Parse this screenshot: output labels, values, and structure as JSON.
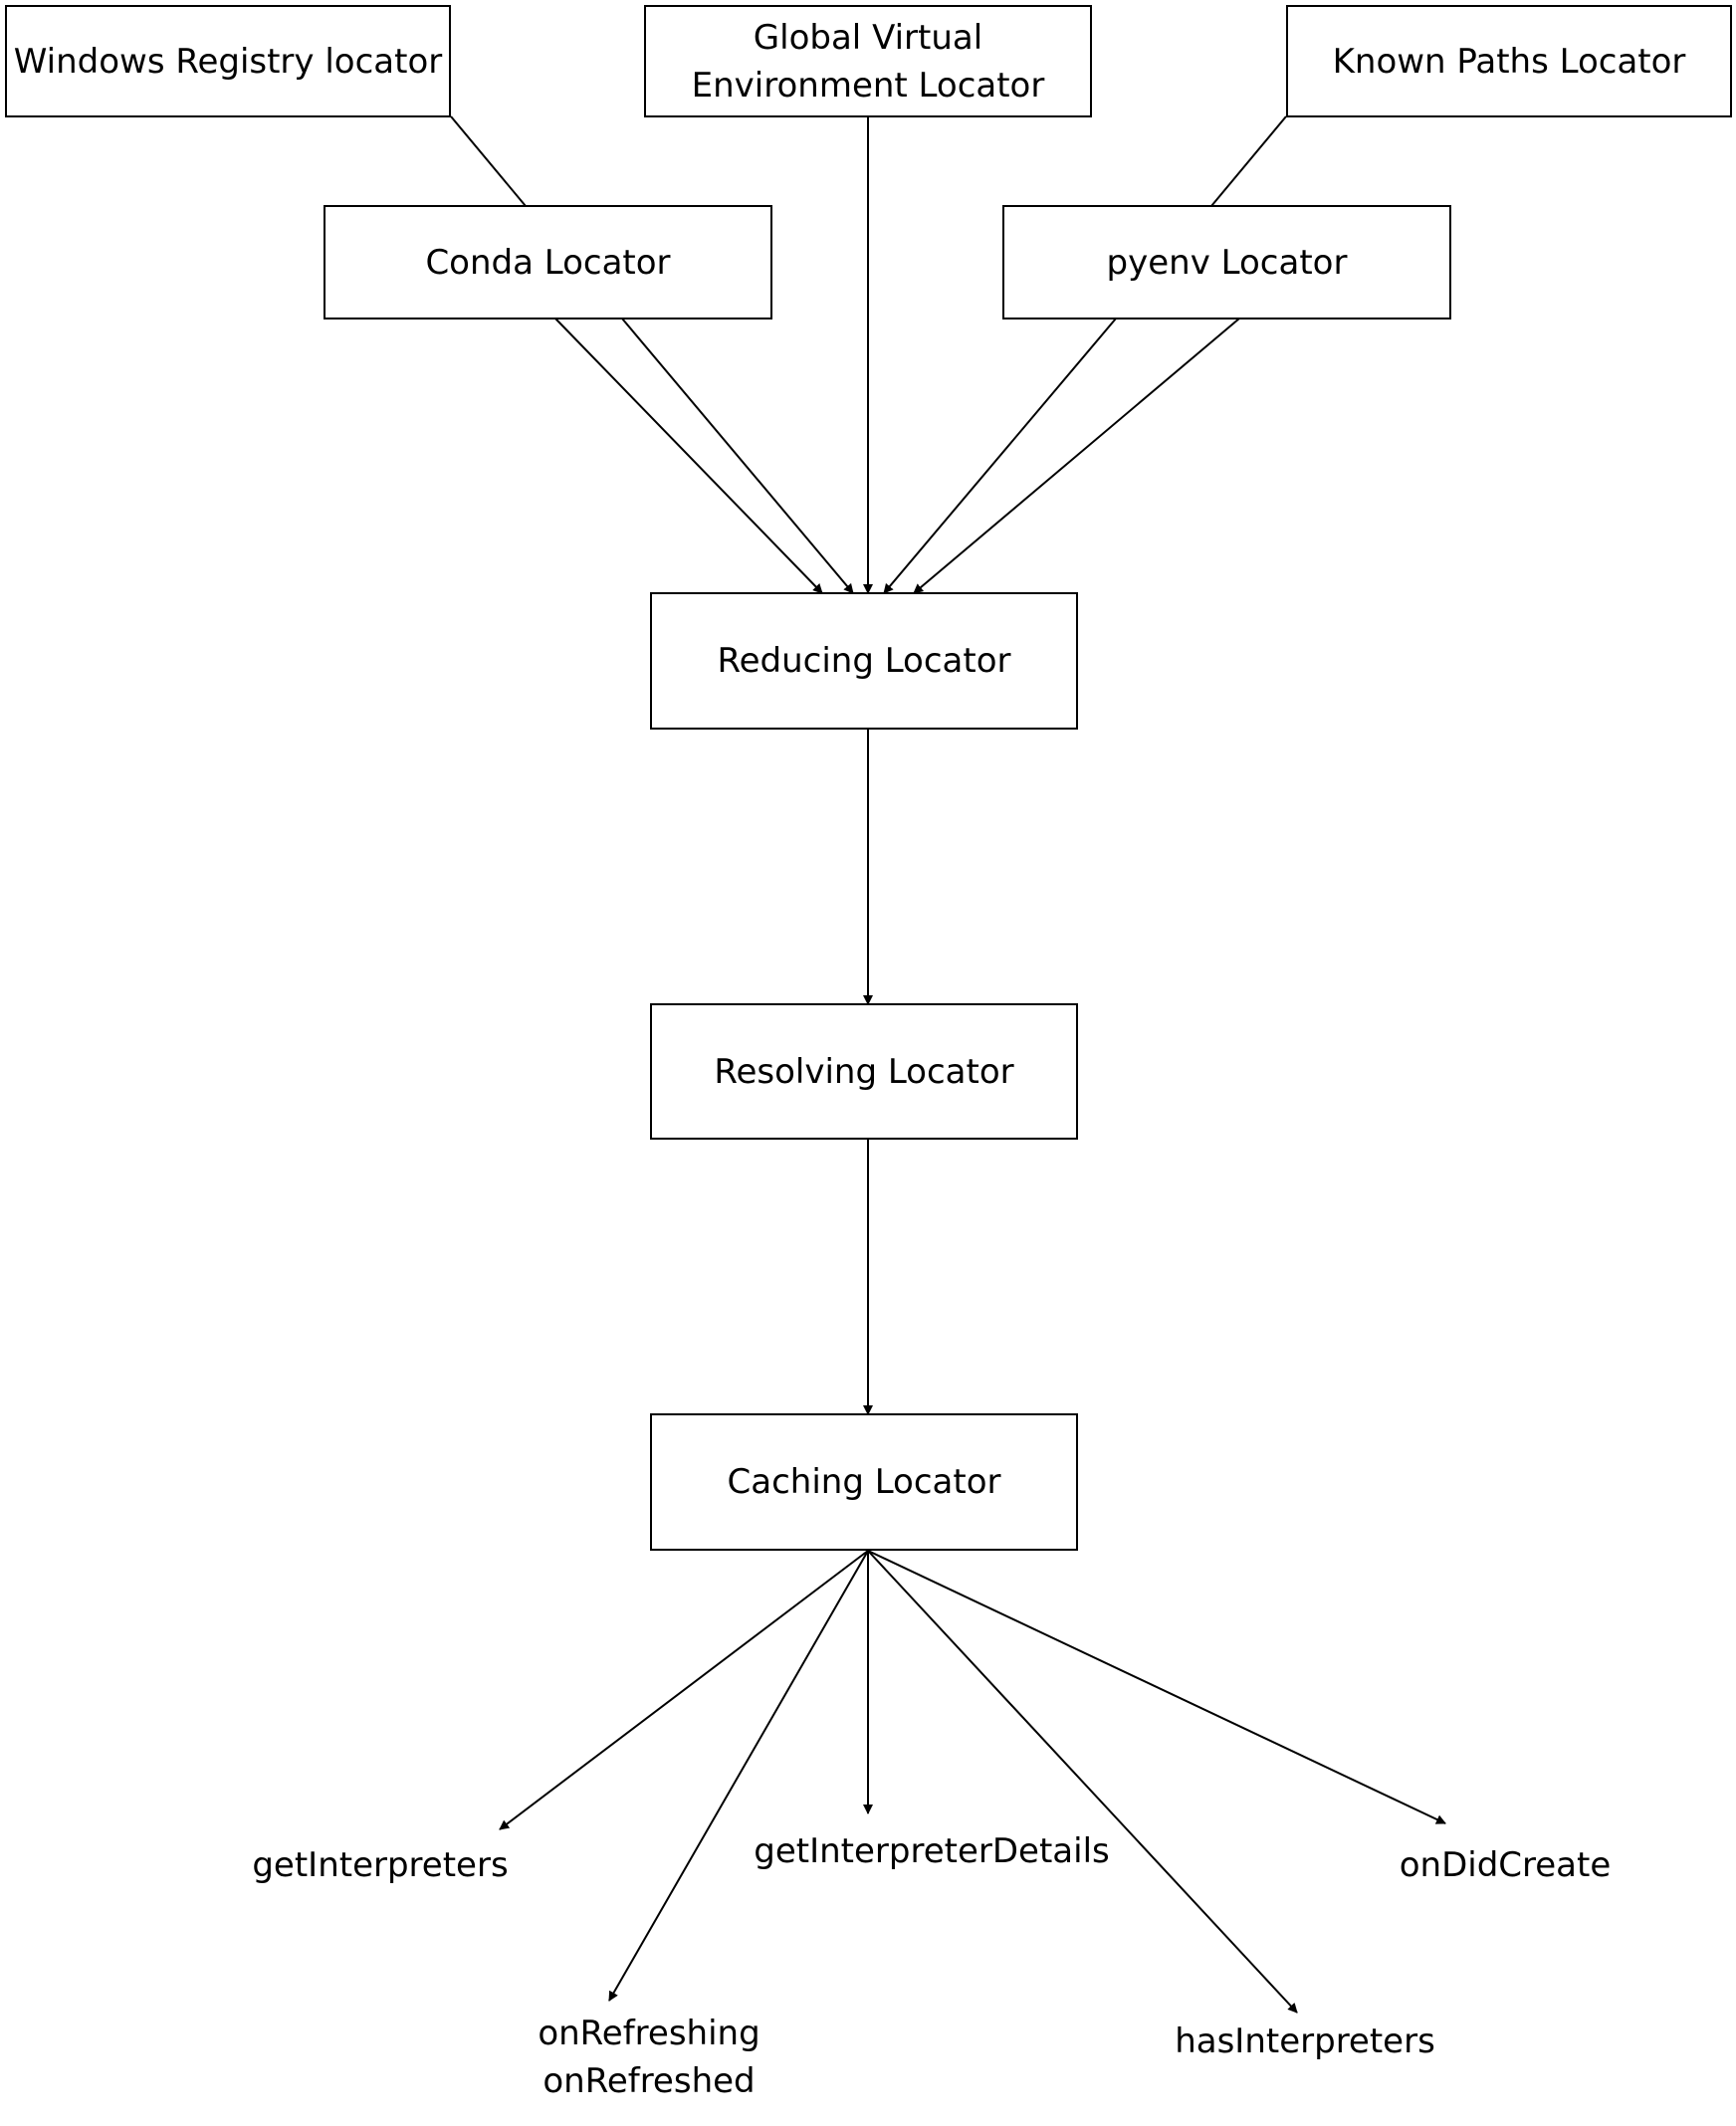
{
  "nodes": {
    "windows_registry": "Windows Registry locator",
    "global_venv": "Global Virtual\nEnvironment Locator",
    "known_paths": "Known Paths Locator",
    "conda": "Conda Locator",
    "pyenv": "pyenv Locator",
    "reducing": "Reducing Locator",
    "resolving": "Resolving Locator",
    "caching": "Caching Locator"
  },
  "outputs": {
    "get_interpreters": "getInterpreters",
    "on_refreshing": "onRefreshing\nonRefreshed",
    "get_interpreter_details": "getInterpreterDetails",
    "has_interpreters": "hasInterpreters",
    "on_did_create": "onDidCreate"
  },
  "colors": {
    "stroke": "#000000",
    "background": "#ffffff"
  }
}
